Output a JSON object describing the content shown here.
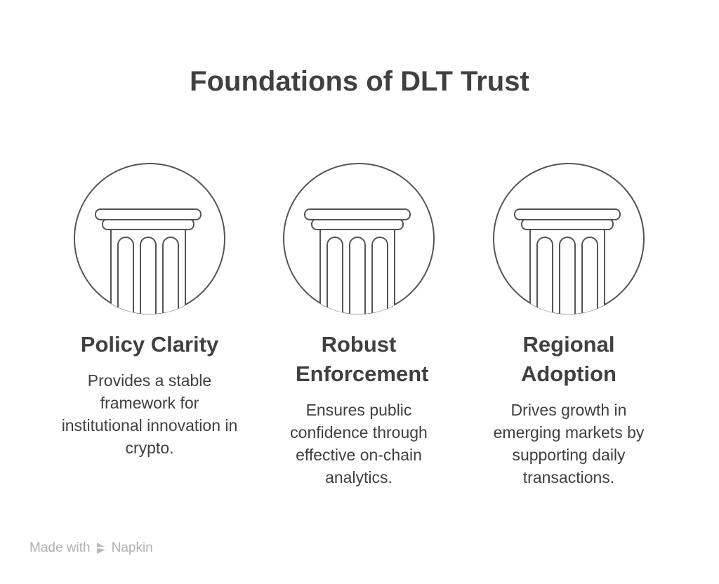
{
  "title": "Foundations of DLT Trust",
  "pillars": [
    {
      "heading": "Policy Clarity",
      "description": "Provides a stable framework for institutional innovation in crypto."
    },
    {
      "heading": "Robust Enforcement",
      "description": "Ensures public confidence through effective on-chain analytics."
    },
    {
      "heading": "Regional Adoption",
      "description": "Drives growth in emerging markets by supporting daily transactions."
    }
  ],
  "footer": {
    "made_with": "Made with",
    "brand": "Napkin"
  },
  "colors": {
    "stroke": "#555555",
    "text": "#404040",
    "footer": "#b0b0b0"
  }
}
